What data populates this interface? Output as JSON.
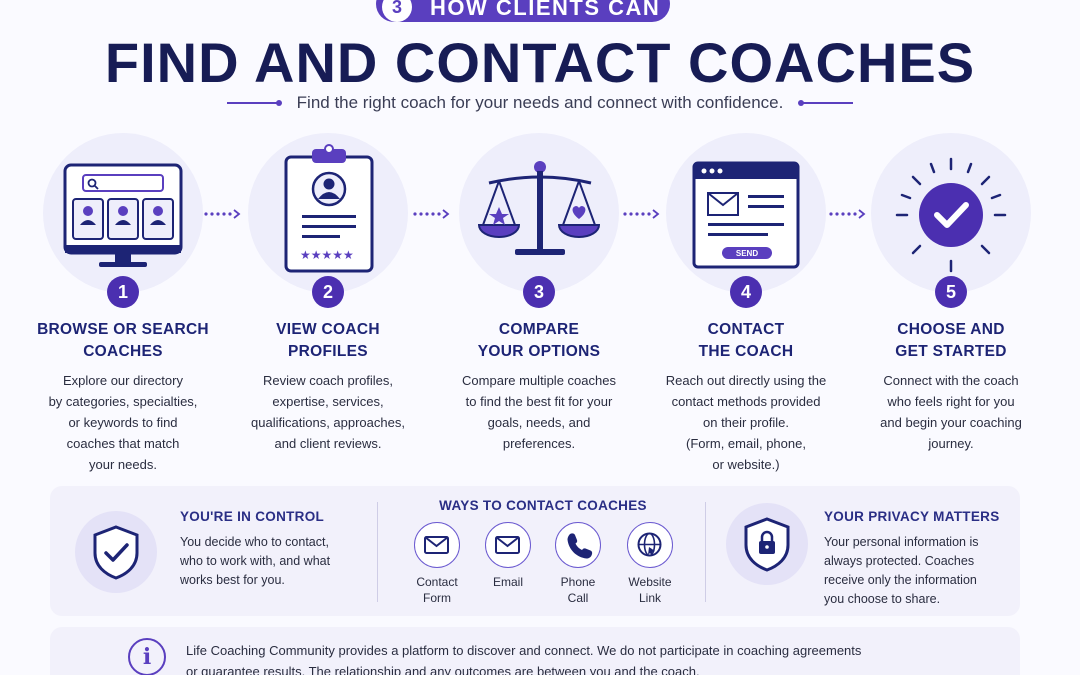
{
  "header": {
    "badge_number": "3",
    "badge_text": "HOW CLIENTS CAN",
    "title": "FIND AND CONTACT COACHES",
    "subtitle": "Find the right coach for your needs and connect with confidence."
  },
  "steps": [
    {
      "number": "1",
      "title_line1": "BROWSE OR SEARCH",
      "title_line2": "COACHES",
      "desc": [
        "Explore our directory",
        "by categories, specialties,",
        "or keywords to find",
        "coaches that match",
        "your needs."
      ],
      "icon": "monitor-search-icon"
    },
    {
      "number": "2",
      "title_line1": "VIEW COACH",
      "title_line2": "PROFILES",
      "desc": [
        "Review coach profiles,",
        "expertise, services,",
        "qualifications, approaches,",
        "and client reviews."
      ],
      "icon": "profile-clipboard-icon"
    },
    {
      "number": "3",
      "title_line1": "COMPARE",
      "title_line2": "YOUR OPTIONS",
      "desc": [
        "Compare multiple coaches",
        "to find the best fit for your",
        "goals, needs, and",
        "preferences."
      ],
      "icon": "balance-scale-icon"
    },
    {
      "number": "4",
      "title_line1": "CONTACT",
      "title_line2": "THE COACH",
      "desc": [
        "Reach out directly using the",
        "contact methods provided",
        "on their profile.",
        "(Form, email, phone,",
        "or website.)"
      ],
      "icon": "contact-window-icon",
      "send_label": "SEND"
    },
    {
      "number": "5",
      "title_line1": "CHOOSE AND",
      "title_line2": "GET STARTED",
      "desc": [
        "Connect with the coach",
        "who feels right for you",
        "and begin your coaching",
        "journey."
      ],
      "icon": "check-burst-icon"
    }
  ],
  "control": {
    "title": "YOU'RE IN CONTROL",
    "lines": [
      "You decide who to contact,",
      "who to work with, and what",
      "works best for you."
    ],
    "icon": "shield-check-icon"
  },
  "ways": {
    "title": "WAYS TO CONTACT COACHES",
    "items": [
      {
        "line1": "Contact",
        "line2": "Form",
        "icon": "envelope-icon"
      },
      {
        "line1": "Email",
        "line2": "",
        "icon": "envelope-icon"
      },
      {
        "line1": "Phone",
        "line2": "Call",
        "icon": "phone-icon"
      },
      {
        "line1": "Website",
        "line2": "Link",
        "icon": "globe-icon"
      }
    ]
  },
  "privacy": {
    "title": "YOUR PRIVACY MATTERS",
    "lines": [
      "Your personal information is",
      "always protected. Coaches",
      "receive only the information",
      "you choose to share."
    ],
    "icon": "shield-lock-icon"
  },
  "disclaimer": {
    "line1": "Life Coaching Community provides a platform to discover and connect. We do not participate in coaching agreements",
    "line2": "or guarantee results. The relationship and any outcomes are between you and the coach."
  },
  "colors": {
    "accent": "#5a3fbf",
    "navy": "#171c55",
    "circle_bg": "#eeeefb",
    "panel_bg": "#f2f1fb"
  }
}
